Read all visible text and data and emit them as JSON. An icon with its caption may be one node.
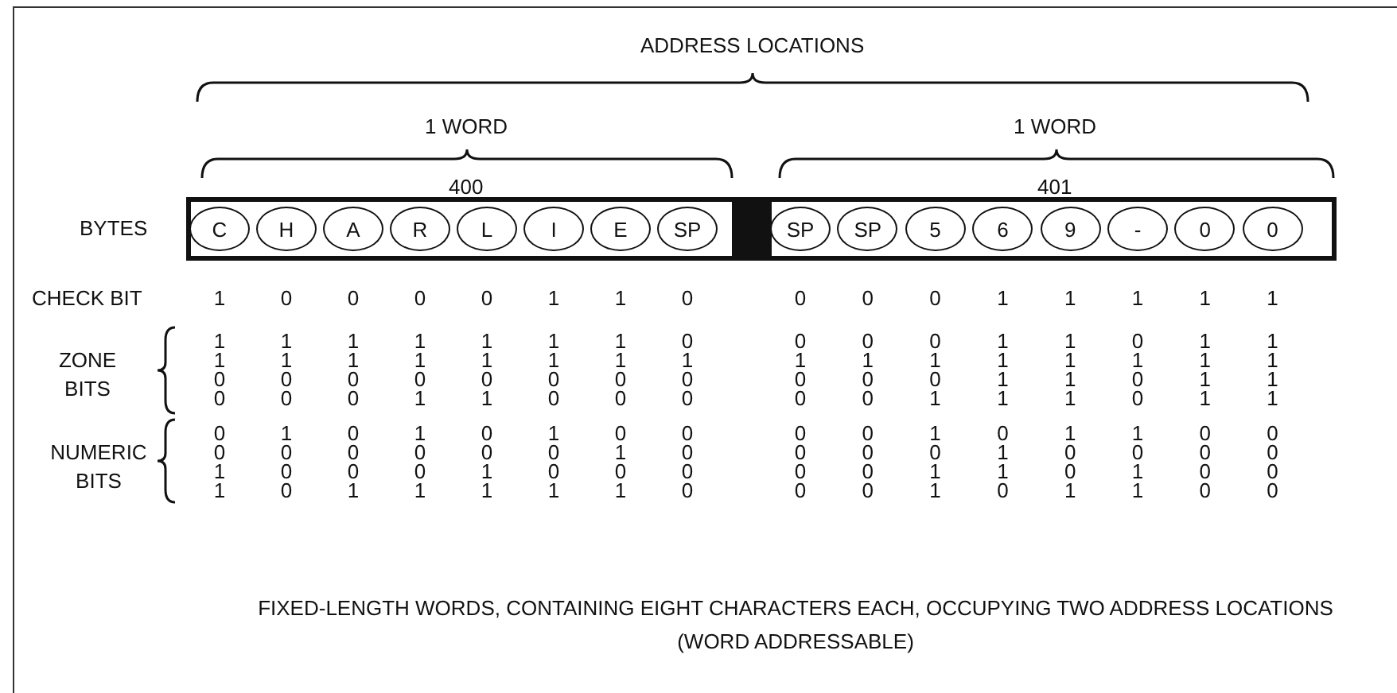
{
  "diagram": {
    "caption": "FIXED-LENGTH WORDS, CONTAINING EIGHT CHARACTERS EACH, OCCUPYING TWO ADDRESS LOCATIONS (WORD ADDRESSABLE)",
    "nodes": [
      {
        "text": [],
        "shape": "box"
      },
      {
        "text": [
          "C"
        ],
        "in": 0
      },
      {
        "text": [
          "H"
        ],
        "in": 0
      },
      {
        "text": [
          "A"
        ],
        "in": 0
      },
      {
        "text": [
          "R"
        ],
        "in": 0
      },
      {
        "text": [
          "L"
        ],
        "in": 0
      },
      {
        "text": [
          "I"
        ],
        "in": 0
      },
      {
        "text": [
          "E"
        ],
        "in": 0
      },
      {
        "text": [
          "SP"
        ],
        "in": 0
      },
      {
        "text": [],
        "shape": "box"
      },
      {
        "text": [
          "SP"
        ],
        "in": 9
      },
      {
        "text": [
          "SP"
        ],
        "in": 9
      },
      {
        "text": [
          "5"
        ],
        "in": 9
      },
      {
        "text": [
          "6"
        ],
        "in": 9
      },
      {
        "text": [
          "9"
        ],
        "in": 9
      },
      {
        "text": [
          "-"
        ],
        "in": 9
      },
      {
        "text": [
          "0"
        ],
        "in": 9
      },
      {
        "text": [
          "0"
        ],
        "in": 9
      }
    ],
    "edges": [],
    "labels": [
      "ADDRESS LOCATIONS",
      "1 WORD",
      "1 WORD",
      "400",
      "401",
      "BYTES",
      "CHECK BIT",
      "1",
      "0",
      "0",
      "0",
      "0",
      "1",
      "1",
      "0",
      "0",
      "0",
      "0",
      "1",
      "1",
      "1",
      "1",
      "1",
      "ZONE BITS",
      "1",
      "1",
      "1",
      "1",
      "1",
      "1",
      "1",
      "0",
      "0",
      "0",
      "0",
      "1",
      "1",
      "0",
      "1",
      "1",
      "1",
      "1",
      "1",
      "1",
      "1",
      "1",
      "1",
      "1",
      "1",
      "1",
      "1",
      "1",
      "1",
      "1",
      "1",
      "1",
      "0",
      "0",
      "0",
      "0",
      "0",
      "0",
      "0",
      "0",
      "0",
      "0",
      "0",
      "1",
      "1",
      "0",
      "1",
      "1",
      "0",
      "0",
      "0",
      "1",
      "1",
      "0",
      "0",
      "0",
      "0",
      "0",
      "1",
      "1",
      "1",
      "0",
      "1",
      "1",
      "NUMERIC BITS",
      "0",
      "1",
      "0",
      "1",
      "0",
      "1",
      "0",
      "0",
      "0",
      "0",
      "1",
      "0",
      "1",
      "1",
      "0",
      "0",
      "0",
      "0",
      "0",
      "0",
      "0",
      "0",
      "1",
      "0",
      "0",
      "0",
      "0",
      "1",
      "0",
      "0",
      "0",
      "0",
      "1",
      "0",
      "0",
      "0",
      "1",
      "0",
      "0",
      "0",
      "0",
      "0",
      "1",
      "1",
      "0",
      "1",
      "0",
      "0",
      "1",
      "0",
      "1",
      "1",
      "1",
      "1",
      "1",
      "0",
      "0",
      "0",
      "1",
      "0",
      "1",
      "1",
      "0",
      "0"
    ]
  }
}
